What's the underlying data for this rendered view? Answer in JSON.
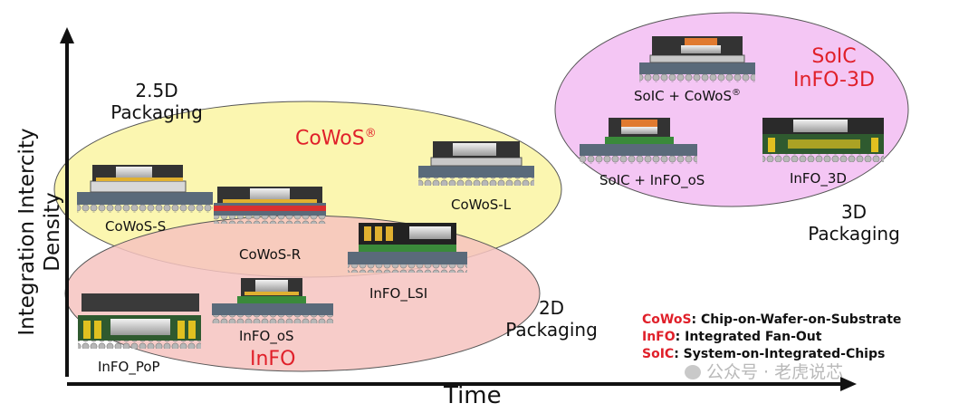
{
  "axes": {
    "y_label_line1": "Integration Intercity",
    "y_label_line2": "Density",
    "x_label": "Time"
  },
  "groups": {
    "g25d_line1": "2.5D",
    "g25d_line2": "Packaging",
    "g2d_line1": "2D",
    "g2d_line2": "Packaging",
    "g3d_line1": "3D",
    "g3d_line2": "Packaging",
    "cowos_title": "CoWoS",
    "cowos_reg": "®",
    "info_title": "InFO",
    "soic_title_line1": "SoIC",
    "soic_title_line2": "InFO-3D"
  },
  "packages": {
    "cowos_s": "CoWoS-S",
    "cowos_r": "CoWoS-R",
    "cowos_l": "CoWoS-L",
    "info_lsi": "InFO_LSI",
    "info_os": "InFO_oS",
    "info_pop": "InFO_PoP",
    "soic_cowos": "SoIC + CoWoS",
    "soic_cowos_reg": "®",
    "soic_info_os": "SoIC + InFO_oS",
    "info_3d": "InFO_3D"
  },
  "legend": [
    {
      "abbr": "CoWoS",
      "desc": ": Chip-on-Wafer-on-Substrate"
    },
    {
      "abbr": "InFO",
      "desc": ": Integrated Fan-Out"
    },
    {
      "abbr": "SoIC",
      "desc": ": System-on-Integrated-Chips"
    }
  ],
  "watermark": "公众号 · 老虎说芯",
  "colors": {
    "accent_red": "#e0202a",
    "ellipse_2_5d": "#fbf6b0",
    "ellipse_2d": "#f6c3c0",
    "ellipse_3d": "#f4c6f4"
  }
}
